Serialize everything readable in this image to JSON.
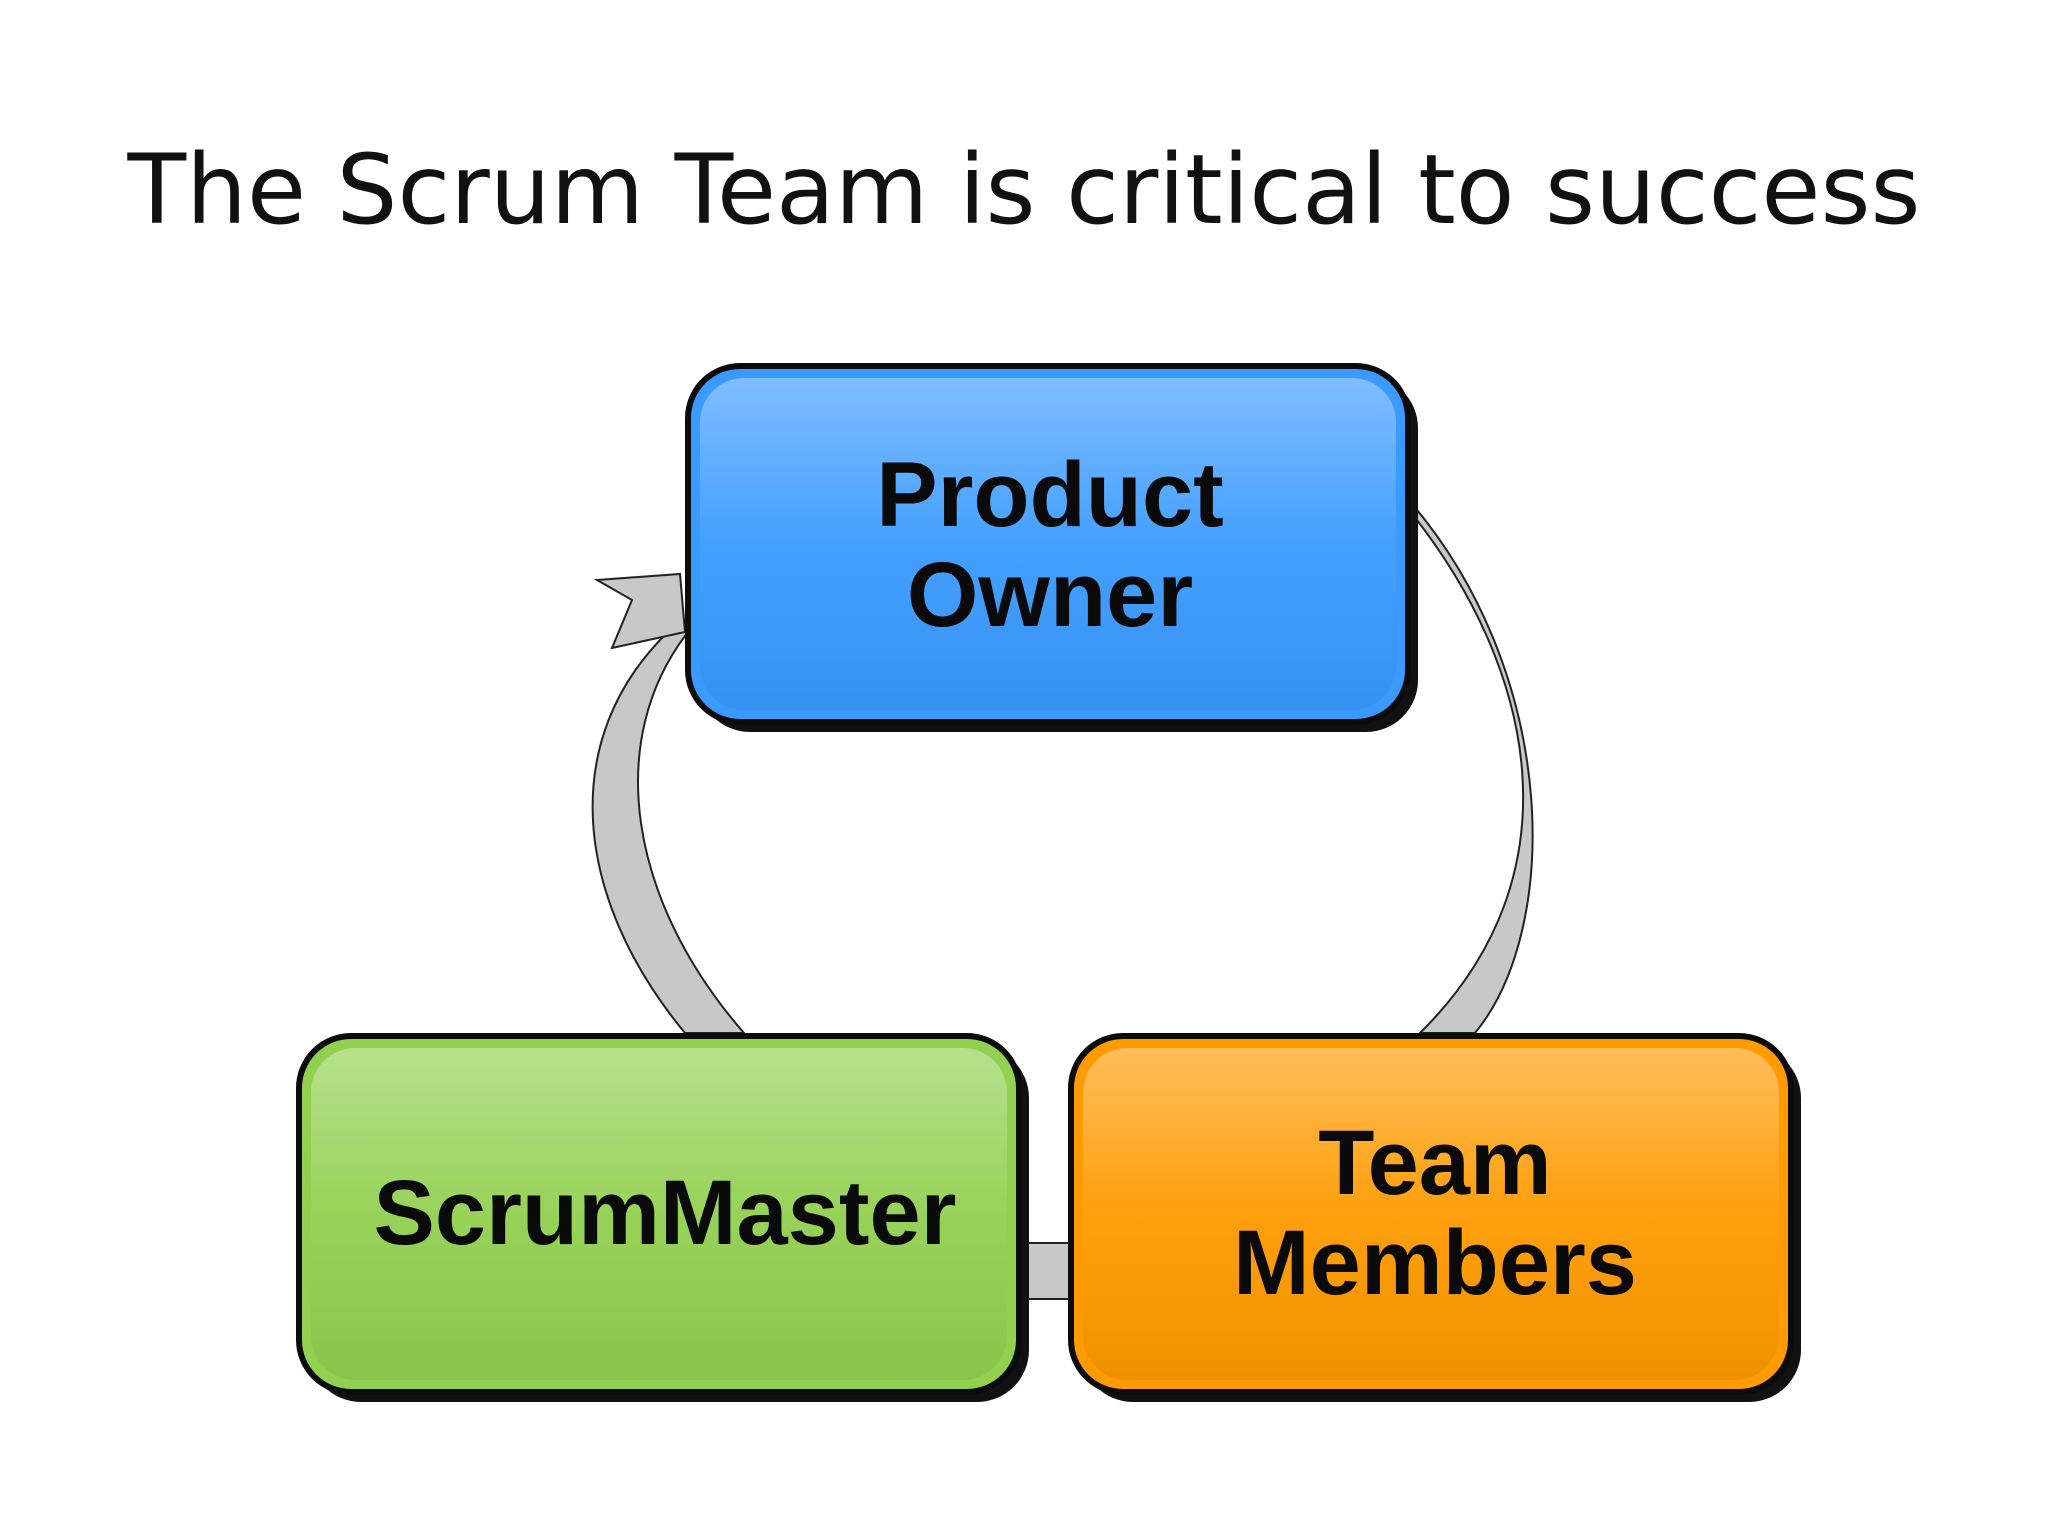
{
  "slide": {
    "title": "The Scrum Team is critical to success"
  },
  "diagram": {
    "nodes": [
      {
        "id": "product-owner",
        "lines": [
          "Product",
          "Owner"
        ],
        "color": "#3a9aff"
      },
      {
        "id": "team-members",
        "lines": [
          "Team",
          "Members"
        ],
        "color": "#ff9a00"
      },
      {
        "id": "scrummaster",
        "lines": [
          "ScrumMaster"
        ],
        "color": "#92d050"
      }
    ],
    "connector_color": "#c8c8c8",
    "outline_color": "#111111"
  }
}
